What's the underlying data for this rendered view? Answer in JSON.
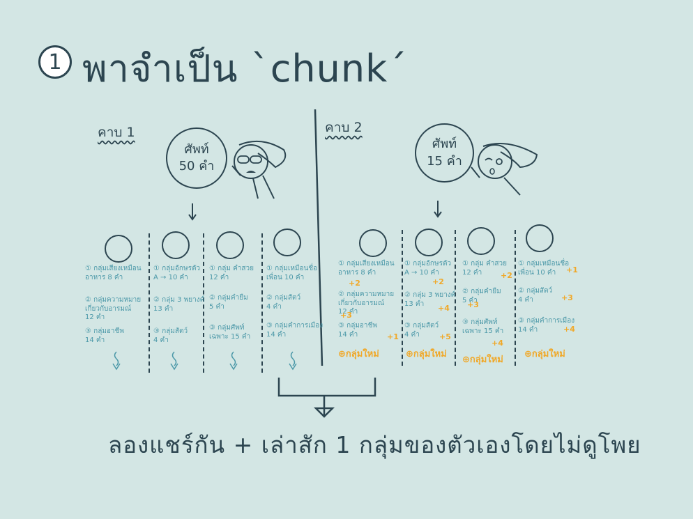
{
  "title": {
    "number": "1",
    "text": "พาจำเป็น `chunk´"
  },
  "left": {
    "period": "คาบ 1",
    "bubble": [
      "ศัพท์",
      "50 คำ"
    ],
    "groups": [
      {
        "items": [
          "① กลุ่มเสียงเหมือน\nอาหาร 8 คำ",
          "② กลุ่มความหมาย\nเกี่ยวกับอารมณ์\n12 คำ",
          "③ กลุ่มอาชีพ\n14 คำ"
        ]
      },
      {
        "items": [
          "① กลุ่มอักษรตัว\nA → 10 คำ",
          "② กลุ่ม 3 พยางค์\n13 คำ",
          "③ กลุ่มสัตว์\n4 คำ"
        ]
      },
      {
        "items": [
          "① กลุ่ม คำสวย\n12 คำ",
          "② กลุ่มคำยืม\n5 คำ",
          "③ กลุ่มศัพท์\nเฉพาะ 15 คำ"
        ]
      },
      {
        "items": [
          "① กลุ่มเหมือนชื่อ\nเพื่อน 10 คำ",
          "② กลุ่มสัตว์\n4 คำ",
          "③ กลุ่มคำการเมือง\n14 คำ"
        ]
      }
    ]
  },
  "right": {
    "period": "คาบ 2",
    "bubble": [
      "ศัพท์",
      "15 คำ"
    ],
    "groups": [
      {
        "items": [
          "① กลุ่มเสียงเหมือน\nอาหาร 8 คำ",
          "② กลุ่มความหมาย\nเกี่ยวกับอารมณ์\n12 คำ",
          "③ กลุ่มอาชีพ\n14 คำ"
        ],
        "plus": [
          "+2",
          "+3",
          "+1"
        ],
        "new": "⊕กลุ่มใหม่"
      },
      {
        "items": [
          "① กลุ่มอักษรตัว\nA → 10 คำ",
          "② กลุ่ม 3 พยางค์\n13 คำ",
          "③ กลุ่มสัตว์\n4 คำ"
        ],
        "plus": [
          "+2",
          "+4",
          "+5"
        ],
        "new": "⊕กลุ่มใหม่"
      },
      {
        "items": [
          "① กลุ่ม คำสวย\n12 คำ",
          "② กลุ่มคำยืม\n5 คำ",
          "③ กลุ่มศัพท์\nเฉพาะ 15 คำ"
        ],
        "plus": [
          "+2",
          "+3",
          "+4"
        ],
        "new": "⊕กลุ่มใหม่"
      },
      {
        "items": [
          "① กลุ่มเหมือนชื่อ\nเพื่อน 10 คำ",
          "② กลุ่มสัตว์\n4 คำ",
          "③ กลุ่มคำการเมือง\n14 คำ"
        ],
        "plus": [
          "+1",
          "+3",
          "+4"
        ],
        "new": "⊕กลุ่มใหม่"
      }
    ]
  },
  "bottom": "ลองแชร์กัน + เล่าสัก 1 กลุ่มของตัวเองโดยไม่ดูโพย"
}
